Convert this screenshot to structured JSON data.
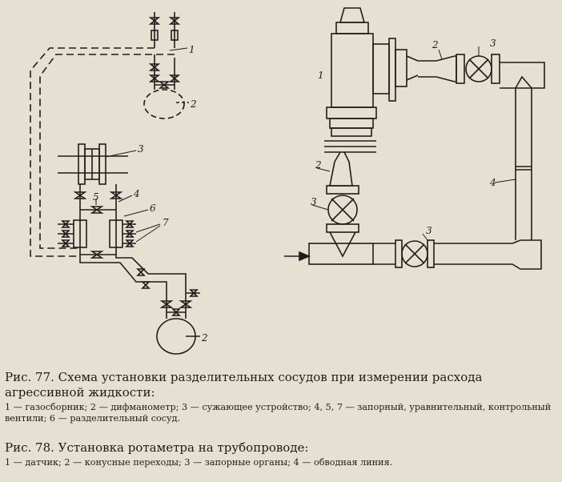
{
  "figures": {
    "fig77": {
      "labels": [
        "1",
        "2",
        "3",
        "4",
        "5",
        "6",
        "7",
        "2"
      ]
    },
    "fig78": {
      "labels": [
        "1",
        "2",
        "3",
        "2",
        "3",
        "3",
        "4"
      ]
    }
  },
  "captions": {
    "fig77": {
      "title": "Рис. 77. Схема установки разделительных сосудов при измерении расхода агрессивной жидкости:",
      "legend": "1 — газосборник; 2 — дифманометр; 3 — сужающее устройство; 4, 5, 7 — запорный, уравнительный, контрольный вентили; 6 — разделительный сосуд."
    },
    "fig78": {
      "title": "Рис. 78. Установка ротаметра на трубопроводе:",
      "legend": "1 — датчик; 2 — конусные переходы; 3 — запорные органы; 4 — обводная линия."
    }
  },
  "colors": {
    "paper": "#e6e0d2",
    "ink": "#1e1c1a"
  }
}
